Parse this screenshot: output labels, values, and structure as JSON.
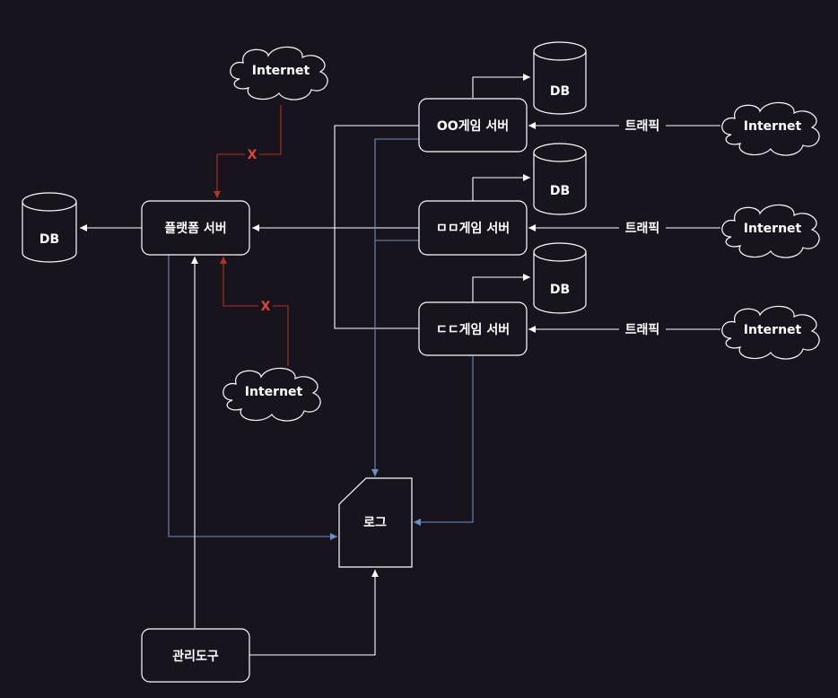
{
  "nodes": {
    "platform_server": "플랫폼 서버",
    "game_server_oo": "OO게임 서버",
    "game_server_mm": "ㅁㅁ게임 서버",
    "game_server_dd": "ㄷㄷ게임 서버",
    "log": "로그",
    "admin_tool": "관리도구",
    "db_platform": "DB",
    "db_oo": "DB",
    "db_mm": "DB",
    "db_dd": "DB",
    "internet_top": "Internet",
    "internet_bottom": "Internet",
    "internet_oo": "Internet",
    "internet_mm": "Internet",
    "internet_dd": "Internet"
  },
  "edge_labels": {
    "blocked_top": "X",
    "blocked_bottom": "X",
    "traffic_oo": "트래픽",
    "traffic_mm": "트래픽",
    "traffic_dd": "트래픽"
  },
  "colors": {
    "background": "#18141d",
    "line": "#ffffff",
    "log_line": "#6c8ebf",
    "blocked_line": "#b1321f",
    "blocked_label": "#e0452f"
  }
}
